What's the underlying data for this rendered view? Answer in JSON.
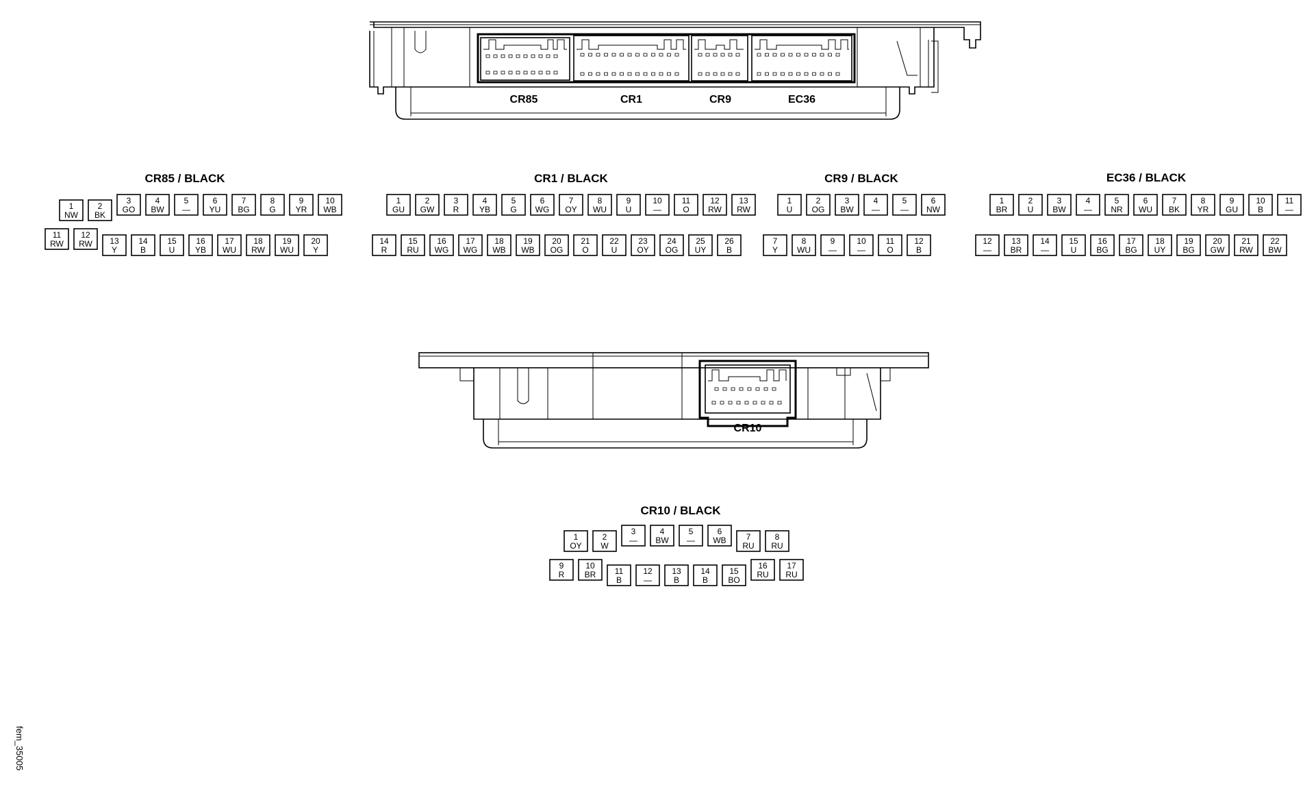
{
  "figure_id": "fem_35005",
  "top_unit_labels": [
    "CR85",
    "CR1",
    "CR9",
    "EC36"
  ],
  "bottom_unit_label": "CR10",
  "connectors": [
    {
      "id": "CR85",
      "title": "CR85 / BLACK",
      "pins": [
        {
          "num": "1",
          "wire": "NW"
        },
        {
          "num": "2",
          "wire": "BK"
        },
        {
          "num": "3",
          "wire": "GO"
        },
        {
          "num": "4",
          "wire": "BW"
        },
        {
          "num": "5",
          "wire": "—"
        },
        {
          "num": "6",
          "wire": "YU"
        },
        {
          "num": "7",
          "wire": "BG"
        },
        {
          "num": "8",
          "wire": "G"
        },
        {
          "num": "9",
          "wire": "YR"
        },
        {
          "num": "10",
          "wire": "WB"
        },
        {
          "num": "11",
          "wire": "RW"
        },
        {
          "num": "12",
          "wire": "RW"
        },
        {
          "num": "13",
          "wire": "Y"
        },
        {
          "num": "14",
          "wire": "B"
        },
        {
          "num": "15",
          "wire": "U"
        },
        {
          "num": "16",
          "wire": "YB"
        },
        {
          "num": "17",
          "wire": "WU"
        },
        {
          "num": "18",
          "wire": "RW"
        },
        {
          "num": "19",
          "wire": "WU"
        },
        {
          "num": "20",
          "wire": "Y"
        }
      ]
    },
    {
      "id": "CR1",
      "title": "CR1 / BLACK",
      "pins": [
        {
          "num": "1",
          "wire": "GU"
        },
        {
          "num": "2",
          "wire": "GW"
        },
        {
          "num": "3",
          "wire": "R"
        },
        {
          "num": "4",
          "wire": "YB"
        },
        {
          "num": "5",
          "wire": "G"
        },
        {
          "num": "6",
          "wire": "WG"
        },
        {
          "num": "7",
          "wire": "OY"
        },
        {
          "num": "8",
          "wire": "WU"
        },
        {
          "num": "9",
          "wire": "U"
        },
        {
          "num": "10",
          "wire": "—"
        },
        {
          "num": "11",
          "wire": "O"
        },
        {
          "num": "12",
          "wire": "RW"
        },
        {
          "num": "13",
          "wire": "RW"
        },
        {
          "num": "14",
          "wire": "R"
        },
        {
          "num": "15",
          "wire": "RU"
        },
        {
          "num": "16",
          "wire": "WG"
        },
        {
          "num": "17",
          "wire": "WG"
        },
        {
          "num": "18",
          "wire": "WB"
        },
        {
          "num": "19",
          "wire": "WB"
        },
        {
          "num": "20",
          "wire": "OG"
        },
        {
          "num": "21",
          "wire": "O"
        },
        {
          "num": "22",
          "wire": "U"
        },
        {
          "num": "23",
          "wire": "OY"
        },
        {
          "num": "24",
          "wire": "OG"
        },
        {
          "num": "25",
          "wire": "UY"
        },
        {
          "num": "26",
          "wire": "B"
        }
      ]
    },
    {
      "id": "CR9",
      "title": "CR9 / BLACK",
      "pins": [
        {
          "num": "1",
          "wire": "U"
        },
        {
          "num": "2",
          "wire": "OG"
        },
        {
          "num": "3",
          "wire": "BW"
        },
        {
          "num": "4",
          "wire": "—"
        },
        {
          "num": "5",
          "wire": "—"
        },
        {
          "num": "6",
          "wire": "NW"
        },
        {
          "num": "7",
          "wire": "Y"
        },
        {
          "num": "8",
          "wire": "WU"
        },
        {
          "num": "9",
          "wire": "—"
        },
        {
          "num": "10",
          "wire": "—"
        },
        {
          "num": "11",
          "wire": "O"
        },
        {
          "num": "12",
          "wire": "B"
        }
      ]
    },
    {
      "id": "EC36",
      "title": "EC36 / BLACK",
      "pins": [
        {
          "num": "1",
          "wire": "BR"
        },
        {
          "num": "2",
          "wire": "U"
        },
        {
          "num": "3",
          "wire": "BW"
        },
        {
          "num": "4",
          "wire": "—"
        },
        {
          "num": "5",
          "wire": "NR"
        },
        {
          "num": "6",
          "wire": "WU"
        },
        {
          "num": "7",
          "wire": "BK"
        },
        {
          "num": "8",
          "wire": "YR"
        },
        {
          "num": "9",
          "wire": "GU"
        },
        {
          "num": "10",
          "wire": "B"
        },
        {
          "num": "11",
          "wire": "—"
        },
        {
          "num": "12",
          "wire": "—"
        },
        {
          "num": "13",
          "wire": "BR"
        },
        {
          "num": "14",
          "wire": "—"
        },
        {
          "num": "15",
          "wire": "U"
        },
        {
          "num": "16",
          "wire": "BG"
        },
        {
          "num": "17",
          "wire": "BG"
        },
        {
          "num": "18",
          "wire": "UY"
        },
        {
          "num": "19",
          "wire": "BG"
        },
        {
          "num": "20",
          "wire": "GW"
        },
        {
          "num": "21",
          "wire": "RW"
        },
        {
          "num": "22",
          "wire": "BW"
        }
      ]
    },
    {
      "id": "CR10",
      "title": "CR10 / BLACK",
      "pins": [
        {
          "num": "1",
          "wire": "OY"
        },
        {
          "num": "2",
          "wire": "W"
        },
        {
          "num": "3",
          "wire": "—"
        },
        {
          "num": "4",
          "wire": "BW"
        },
        {
          "num": "5",
          "wire": "—"
        },
        {
          "num": "6",
          "wire": "WB"
        },
        {
          "num": "7",
          "wire": "RU"
        },
        {
          "num": "8",
          "wire": "RU"
        },
        {
          "num": "9",
          "wire": "R"
        },
        {
          "num": "10",
          "wire": "BR"
        },
        {
          "num": "11",
          "wire": "B"
        },
        {
          "num": "12",
          "wire": "—"
        },
        {
          "num": "13",
          "wire": "B"
        },
        {
          "num": "14",
          "wire": "B"
        },
        {
          "num": "15",
          "wire": "BO"
        },
        {
          "num": "16",
          "wire": "RU"
        },
        {
          "num": "17",
          "wire": "RU"
        }
      ]
    }
  ]
}
